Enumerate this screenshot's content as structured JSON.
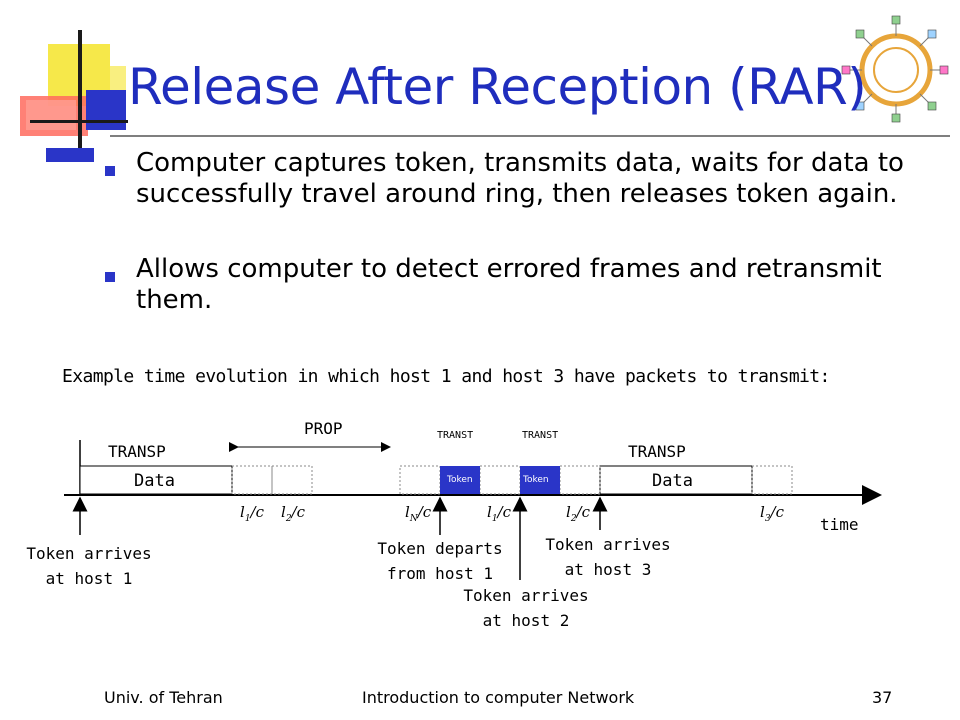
{
  "slide": {
    "title": "Release After Reception (RAR)",
    "bullets": [
      "Computer captures token, transmits data, waits for data to successfully travel around ring, then releases token again.",
      "Allows computer to detect errored frames and retransmit them."
    ],
    "caption": "Example time evolution in which host 1 and host 3 have packets to transmit:"
  },
  "diagram": {
    "axis_label": "time",
    "prop_label": "PROP",
    "transp_label_1": "TRANSP",
    "transp_label_2": "TRANSP",
    "transt_label_1": "TRANST",
    "transt_label_2": "TRANST",
    "data_label_1": "Data",
    "data_label_2": "Data",
    "token_label_1": "Token",
    "token_label_2": "Token",
    "delays": {
      "d1": {
        "l": "l",
        "sub": "1",
        "tail": "/c"
      },
      "d2": {
        "l": "l",
        "sub": "2",
        "tail": "/c"
      },
      "d3": {
        "l": "l",
        "sub": "N",
        "tail": "/c"
      },
      "d4": {
        "l": "l",
        "sub": "1",
        "tail": "/c"
      },
      "d5": {
        "l": "l",
        "sub": "2",
        "tail": "/c"
      },
      "d6": {
        "l": "l",
        "sub": "3",
        "tail": "/c"
      }
    },
    "events": {
      "e1": {
        "line1": "Token arrives",
        "line2": "at host 1"
      },
      "e2": {
        "line1": "Token departs",
        "line2": "from host 1"
      },
      "e3": {
        "line1": "Token arrives",
        "line2": "at host 2"
      },
      "e4": {
        "line1": "Token arrives",
        "line2": "at host 3"
      }
    },
    "colors": {
      "token_fill": "#2a35c8",
      "accent": "#1f2dbd"
    }
  },
  "footer": {
    "left": "Univ. of Tehran",
    "center": "Introduction to computer Network",
    "page": "37"
  }
}
